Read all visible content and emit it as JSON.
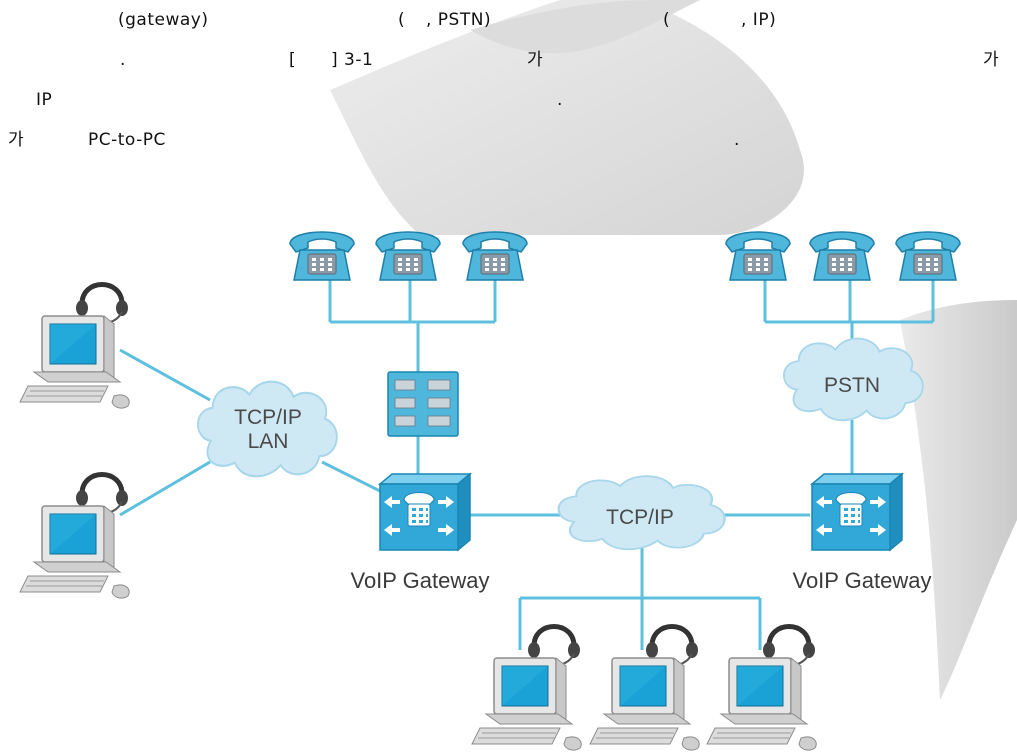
{
  "text": {
    "line1": [
      "(gateway)",
      "(",
      ", PSTN)",
      "(",
      ", IP)"
    ],
    "line2": [
      ".",
      "[",
      "] 3-1",
      "가",
      "가"
    ],
    "line3": [
      "IP",
      "."
    ],
    "line4": [
      "가",
      "PC-to-PC",
      "."
    ]
  },
  "diagram": {
    "clouds": {
      "lan": [
        "TCP/IP",
        "LAN"
      ],
      "pstn": "PSTN",
      "internet": "TCP/IP"
    },
    "gateway_left_label": "VoIP Gateway",
    "gateway_right_label": "VoIP Gateway",
    "icons": [
      "phone-icon",
      "pbx-icon",
      "gateway-icon",
      "cloud-icon",
      "computer-icon",
      "headset-icon"
    ]
  },
  "colors": {
    "line": "#5dc0de",
    "phone_blue": "#4fb6dc",
    "phone_gray": "#8a9aa6",
    "cloud": "#cfe9f4",
    "gateway": "#32a8d8",
    "screen": "#1aa2d6"
  }
}
